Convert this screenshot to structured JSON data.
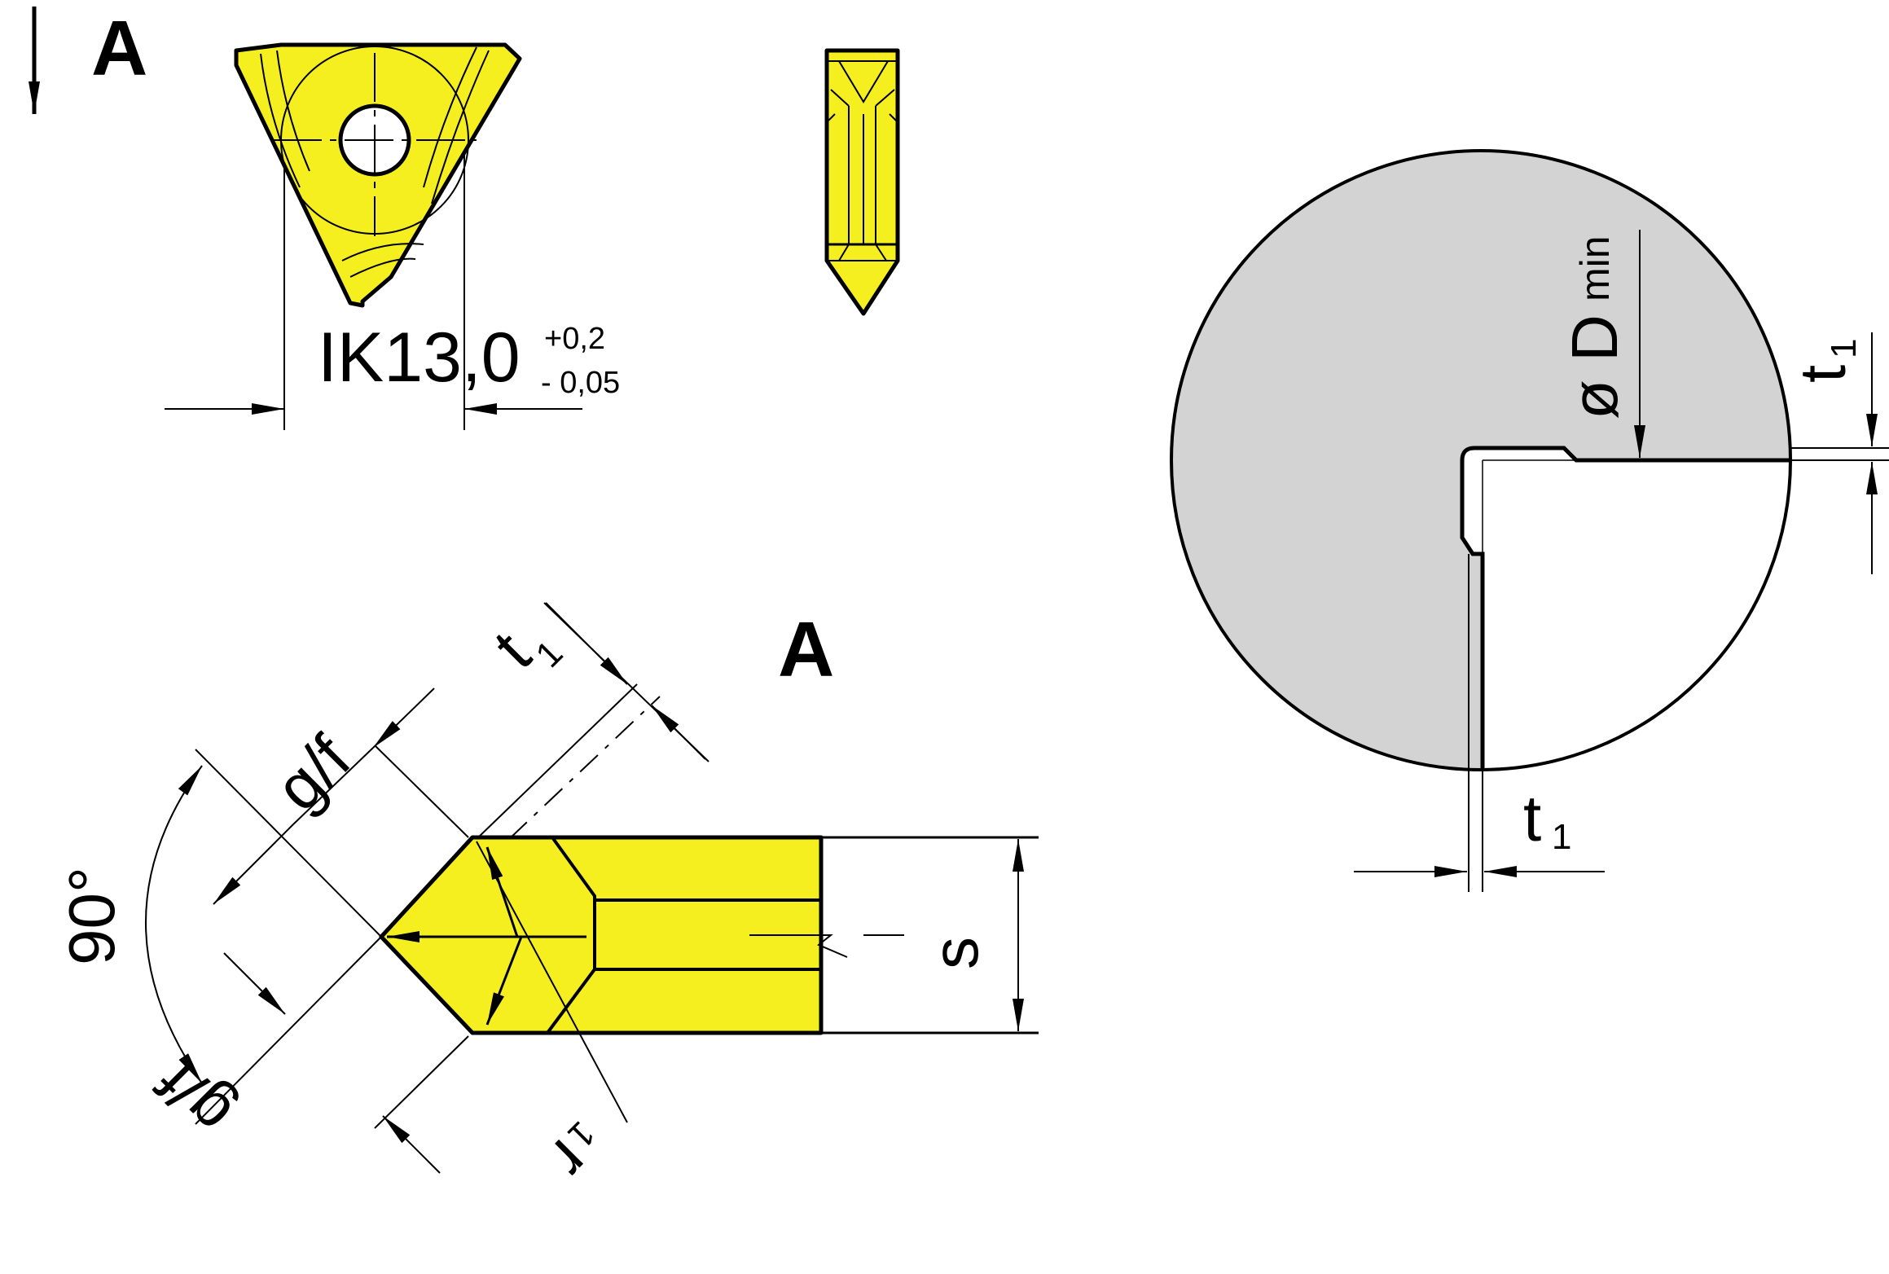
{
  "labels": {
    "view_arrow_label": "A",
    "section_label": "A",
    "ik_main": "IK13,0",
    "ik_tol_upper": "+0,2",
    "ik_tol_lower": "- 0,05",
    "angle": "90°",
    "gf_upper": "g/f",
    "gf_lower": "g/f",
    "t1_diag": "t",
    "t1_diag_sub": "1",
    "r1": "r",
    "r1_sub": "1",
    "s": "s",
    "dmin_symbol": "ø D",
    "dmin_sub": "min",
    "t1_right": "t",
    "t1_right_sub": "1",
    "t1_bottom": "t",
    "t1_bottom_sub": "1"
  },
  "colors": {
    "insert_fill": "#f5ef1f",
    "workpiece_fill": "#d3d3d3",
    "line": "#000000"
  }
}
